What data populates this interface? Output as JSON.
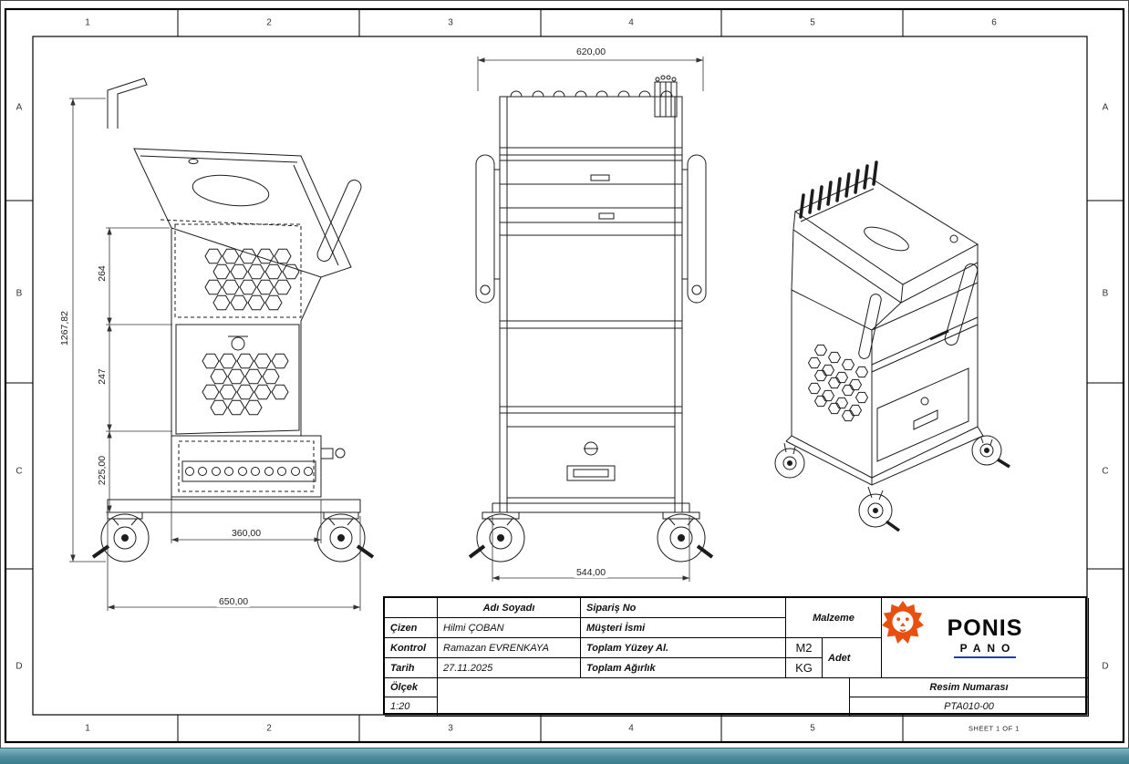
{
  "zones": {
    "top": [
      "1",
      "2",
      "3",
      "4",
      "5",
      "6"
    ],
    "bottom": [
      "1",
      "2",
      "3",
      "4",
      "5"
    ],
    "left": [
      "A",
      "B",
      "C",
      "D"
    ],
    "right": [
      "A",
      "B",
      "C",
      "D"
    ],
    "sheet_note": "SHEET 1 OF 1"
  },
  "dimensions": {
    "front_width_top": "620,00",
    "front_width_base": "544,00",
    "side_overall_height": "1267,82",
    "side_upper": "264",
    "side_middle": "247",
    "side_lower": "225,00",
    "side_drawer_width": "360,00",
    "side_overall_depth": "650,00"
  },
  "title_block": {
    "adi_soyadi_header": "Adı Soyadı",
    "siparis_no_label": "Sipariş No",
    "malzeme_label": "Malzeme",
    "cizen_label": "Çizen",
    "cizen_value": "Hilmi ÇOBAN",
    "musteri_ismi_label": "Müşteri İsmi",
    "kontrol_label": "Kontrol",
    "kontrol_value": "Ramazan EVRENKAYA",
    "toplam_yuzey_label": "Toplam Yüzey Al.",
    "yuzey_unit": "M2",
    "adet_label": "Adet",
    "tarih_label": "Tarih",
    "tarih_value": "27.11.2025",
    "toplam_agirlik_label": "Toplam Ağırlık",
    "agirlik_unit": "KG",
    "olcek_label": "Ölçek",
    "olcek_value": "1:20",
    "resim_numarasi_label": "Resim Numarası",
    "resim_numarasi_value": "PTA010-00"
  },
  "logo": {
    "brand": "PONIS",
    "sub_brand": "PANO"
  },
  "colors": {
    "logo_orange": "#e8500f",
    "logo_blue": "#1d3fb0",
    "bottom_bar_teal": "#4d8b9c"
  }
}
